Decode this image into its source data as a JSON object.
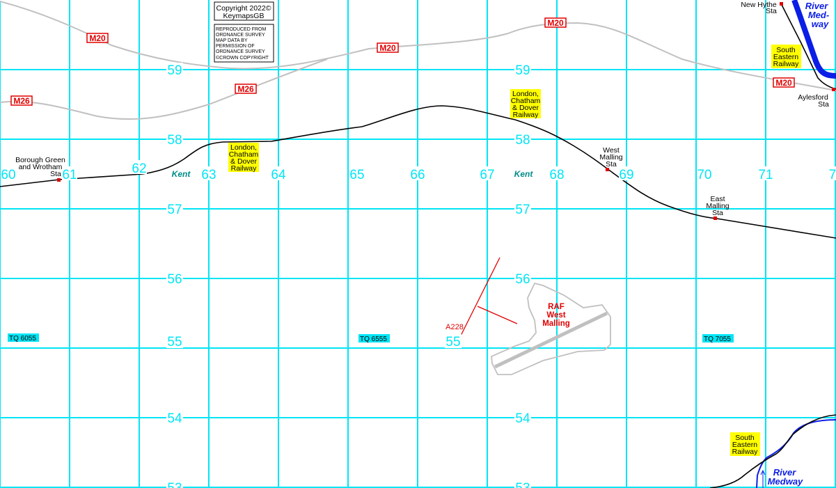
{
  "copyright": {
    "line1": "Copyright 2022©",
    "line2": "KeymapsGB",
    "os": [
      "REPRODUCED FROM",
      "ORDNANCE SURVEY",
      "MAP DATA BY",
      "PERMISSION OF",
      "ORDNANCE SURVEY",
      "©CROWN COPYRIGHT"
    ]
  },
  "eastings": [
    "60",
    "61",
    "62",
    "63",
    "64",
    "65",
    "66",
    "67",
    "68",
    "69",
    "70",
    "71",
    "7"
  ],
  "northings": {
    "n59": "59",
    "n58": "58",
    "n57": "57",
    "n56": "56",
    "n55": "55",
    "n54": "54",
    "n53": "53"
  },
  "roads": {
    "m20": "M20",
    "m26": "M26",
    "a228": "A228"
  },
  "railways": {
    "lcdr": [
      "London,",
      "Chatham",
      "& Dover",
      "Railway"
    ],
    "ser": [
      "South",
      "Eastern",
      "Railway"
    ]
  },
  "stations": {
    "borough": [
      "Borough Green",
      "and Wrotham",
      "Sta"
    ],
    "west_malling": [
      "West",
      "Malling",
      "Sta"
    ],
    "east_malling": [
      "East",
      "Malling",
      "Sta"
    ],
    "new_hythe": [
      "New Hythe",
      "Sta"
    ],
    "aylesford": [
      "Aylesford",
      "Sta"
    ]
  },
  "county": "Kent",
  "grid_squares": [
    "TQ 6055",
    "TQ 6555",
    "TQ 7055"
  ],
  "river": {
    "top": [
      "River",
      "Med-",
      "way"
    ],
    "bottom": [
      "River",
      "Medway"
    ]
  },
  "airfield": [
    "RAF",
    "West",
    "Malling"
  ],
  "colors": {
    "grid": "#00e5f5",
    "motorway": "#e00000",
    "river": "#0a1ee6",
    "railway_label": "#ffff00"
  }
}
